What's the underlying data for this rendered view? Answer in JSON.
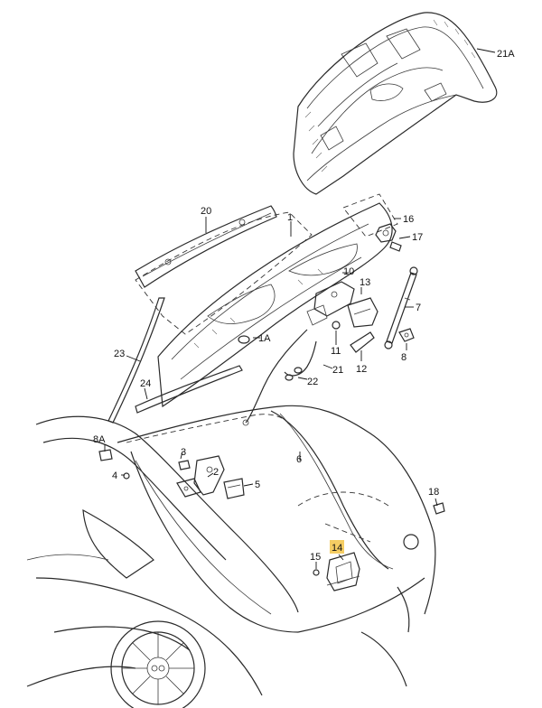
{
  "diagram": {
    "title": "Rear lid / tailgate exploded parts diagram",
    "colors": {
      "line": "#2a2a2a",
      "highlight": "#f5cd63",
      "background": "#ffffff"
    },
    "callouts": {
      "c21A": "21A",
      "c20": "20",
      "c1": "1",
      "c16": "16",
      "c17": "17",
      "c10": "10",
      "c13": "13",
      "c7": "7",
      "c1A": "1A",
      "c11": "11",
      "c12": "12",
      "c8": "8",
      "c21": "21",
      "c22": "22",
      "c23": "23",
      "c24": "24",
      "c8A": "8A",
      "c4": "4",
      "c3": "3",
      "c2": "2",
      "c5": "5",
      "c6": "6",
      "c18": "18",
      "c15": "15",
      "c14": "14"
    },
    "highlighted_callout": "14"
  }
}
